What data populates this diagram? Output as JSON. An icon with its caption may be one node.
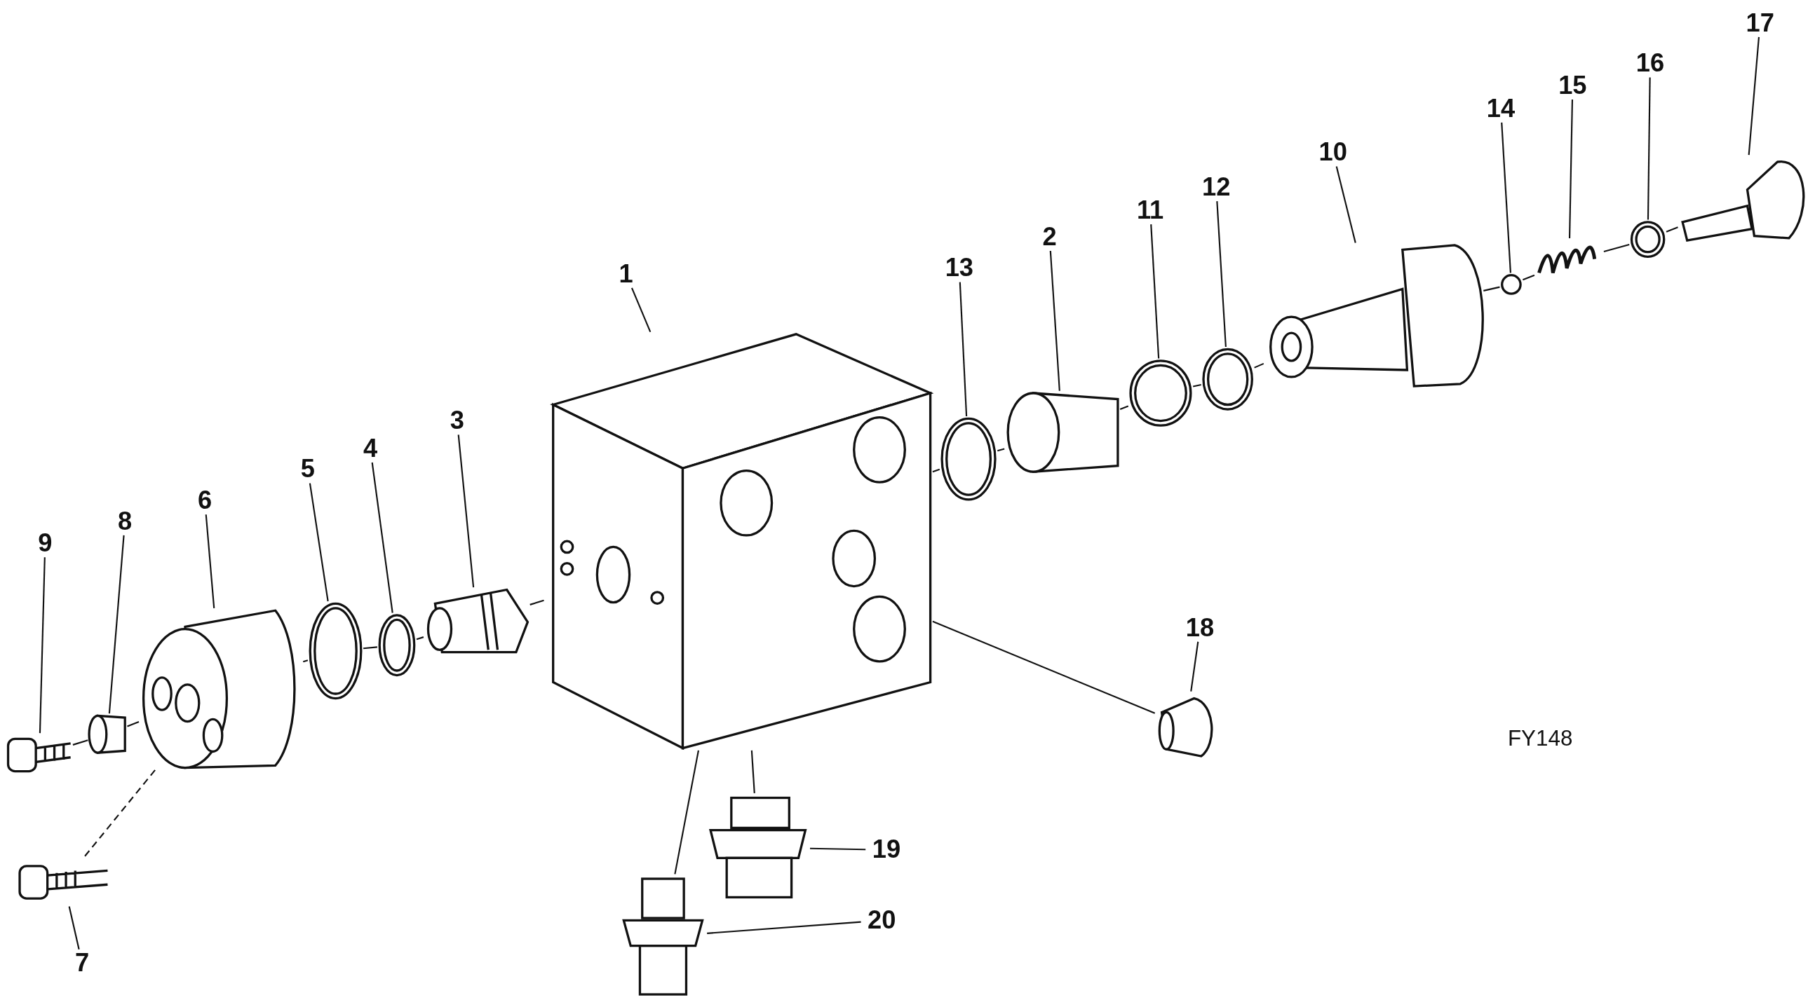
{
  "diagram": {
    "nodes": [
      {
        "text": [
          "1"
        ]
      },
      {
        "text": [
          "2"
        ]
      },
      {
        "text": [
          "3"
        ]
      },
      {
        "text": [
          "4"
        ]
      },
      {
        "text": [
          "5"
        ]
      },
      {
        "text": [
          "6"
        ]
      },
      {
        "text": [
          "7"
        ]
      },
      {
        "text": [
          "8"
        ]
      },
      {
        "text": [
          "9"
        ]
      },
      {
        "text": [
          "10"
        ]
      },
      {
        "text": [
          "11"
        ]
      },
      {
        "text": [
          "12"
        ]
      },
      {
        "text": [
          "13"
        ]
      },
      {
        "text": [
          "14"
        ]
      },
      {
        "text": [
          "15"
        ]
      },
      {
        "text": [
          "16"
        ]
      },
      {
        "text": [
          "17"
        ]
      },
      {
        "text": [
          "18"
        ]
      },
      {
        "text": [
          "19"
        ]
      },
      {
        "text": [
          "20"
        ]
      },
      {
        "text": [],
        "shape": "picture"
      },
      {
        "text": [],
        "shape": "cylinder"
      },
      {
        "text": [],
        "shape": "picture"
      },
      {
        "text": [],
        "shape": "picture"
      },
      {
        "text": [],
        "shape": "picture"
      },
      {
        "text": [],
        "shape": "picture"
      },
      {
        "text": [],
        "shape": "picture"
      },
      {
        "text": [],
        "shape": "cylinder"
      },
      {
        "text": [],
        "shape": "picture"
      },
      {
        "text": [],
        "shape": "picture"
      },
      {
        "text": [],
        "shape": "picture"
      },
      {
        "text": [],
        "shape": "picture"
      },
      {
        "text": [],
        "shape": "picture"
      },
      {
        "text": [],
        "shape": "circle"
      },
      {
        "text": [],
        "shape": "picture"
      },
      {
        "text": [],
        "shape": "picture"
      },
      {
        "text": [],
        "shape": "picture"
      },
      {
        "text": [],
        "shape": "picture"
      },
      {
        "text": [],
        "shape": "picture"
      },
      {
        "text": [],
        "shape": "picture"
      }
    ],
    "edges": [
      {
        "from": 0,
        "to": 20,
        "arrow": "none"
      },
      {
        "from": 1,
        "to": 21,
        "arrow": "none"
      },
      {
        "from": 2,
        "to": 22,
        "arrow": "none"
      },
      {
        "from": 3,
        "to": 23,
        "arrow": "none"
      },
      {
        "from": 4,
        "to": 24,
        "arrow": "none"
      },
      {
        "from": 5,
        "to": 25,
        "arrow": "none"
      },
      {
        "from": 6,
        "to": 26,
        "arrow": "none"
      },
      {
        "from": 7,
        "to": 27,
        "arrow": "none"
      },
      {
        "from": 8,
        "to": 28,
        "arrow": "none"
      },
      {
        "from": 9,
        "to": 29,
        "arrow": "none"
      },
      {
        "from": 10,
        "to": 30,
        "arrow": "none"
      },
      {
        "from": 11,
        "to": 31,
        "arrow": "none"
      },
      {
        "from": 12,
        "to": 32,
        "arrow": "none"
      },
      {
        "from": 13,
        "to": 33,
        "arrow": "none"
      },
      {
        "from": 14,
        "to": 34,
        "arrow": "none"
      },
      {
        "from": 15,
        "to": 35,
        "arrow": "none"
      },
      {
        "from": 16,
        "to": 36,
        "arrow": "none"
      },
      {
        "from": 17,
        "to": 37,
        "arrow": "none"
      },
      {
        "from": 18,
        "to": 38,
        "arrow": "none"
      },
      {
        "from": 19,
        "to": 39,
        "arrow": "none"
      },
      {
        "from": 28,
        "to": 27,
        "arrow": "none"
      },
      {
        "from": 27,
        "to": 25,
        "arrow": "none"
      },
      {
        "from": 25,
        "to": 26,
        "arrow": "none",
        "style": "dashed"
      },
      {
        "from": 25,
        "to": 24,
        "arrow": "none"
      },
      {
        "from": 24,
        "to": 23,
        "arrow": "none"
      },
      {
        "from": 23,
        "to": 22,
        "arrow": "none"
      },
      {
        "from": 22,
        "to": 20,
        "arrow": "none"
      },
      {
        "from": 20,
        "to": 32,
        "arrow": "none"
      },
      {
        "from": 32,
        "to": 21,
        "arrow": "none"
      },
      {
        "from": 21,
        "to": 30,
        "arrow": "none"
      },
      {
        "from": 30,
        "to": 31,
        "arrow": "none"
      },
      {
        "from": 31,
        "to": 29,
        "arrow": "none"
      },
      {
        "from": 29,
        "to": 33,
        "arrow": "none"
      },
      {
        "from": 33,
        "to": 34,
        "arrow": "none"
      },
      {
        "from": 34,
        "to": 35,
        "arrow": "none"
      },
      {
        "from": 35,
        "to": 36,
        "arrow": "none"
      },
      {
        "from": 20,
        "to": 37,
        "arrow": "none"
      },
      {
        "from": 20,
        "to": 38,
        "arrow": "none"
      },
      {
        "from": 20,
        "to": 39,
        "arrow": "none"
      }
    ],
    "labels": [
      "FY148"
    ]
  }
}
